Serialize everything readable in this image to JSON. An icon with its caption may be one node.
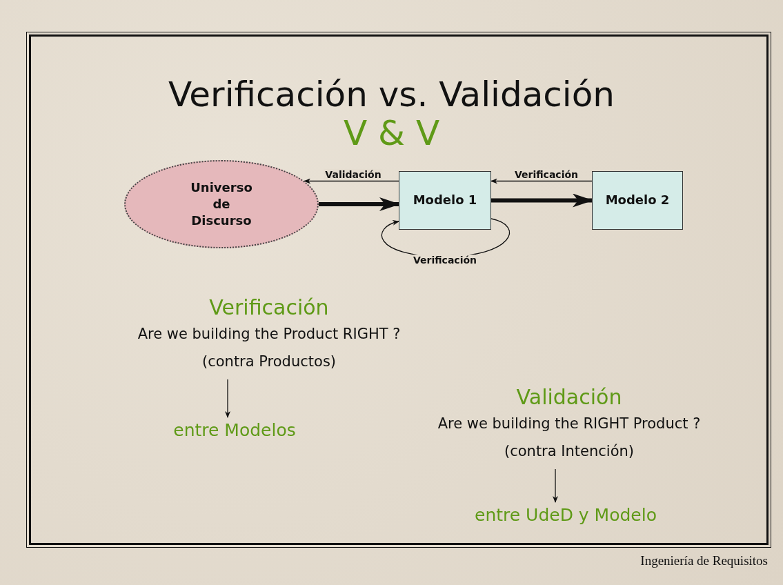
{
  "diagram": {
    "title": "Verificación vs. Validación",
    "nodes": [
      {
        "text": [
          "Universo de Discurso"
        ]
      },
      {
        "text": [
          "Modelo 1"
        ]
      },
      {
        "text": [
          "Modelo 2"
        ]
      },
      {
        "text": [
          "Verificación",
          "Are we building the Product RIGHT ?",
          "(contra Productos)"
        ]
      },
      {
        "text": [
          "entre Modelos"
        ]
      },
      {
        "text": [
          "Validación",
          "Are we building the RIGHT Product ?",
          "(contra Intención)"
        ]
      },
      {
        "text": [
          "entre UdeD y Modelo"
        ]
      }
    ],
    "edges": [
      {
        "from": 1,
        "to": 0,
        "arrow": "to",
        "label": "Validación"
      },
      {
        "from": 0,
        "to": 1,
        "arrow": "to",
        "style": "thick"
      },
      {
        "from": 2,
        "to": 1,
        "arrow": "to",
        "label": "Verificación"
      },
      {
        "from": 1,
        "to": 2,
        "arrow": "to",
        "style": "thick"
      },
      {
        "from": 1,
        "to": 1,
        "arrow": "to",
        "label": "Verificación"
      },
      {
        "from": 3,
        "to": 4,
        "arrow": "to"
      },
      {
        "from": 5,
        "to": 6,
        "arrow": "to"
      }
    ],
    "labels": [
      "V & V",
      "Ingeniería de Requisitos"
    ]
  }
}
